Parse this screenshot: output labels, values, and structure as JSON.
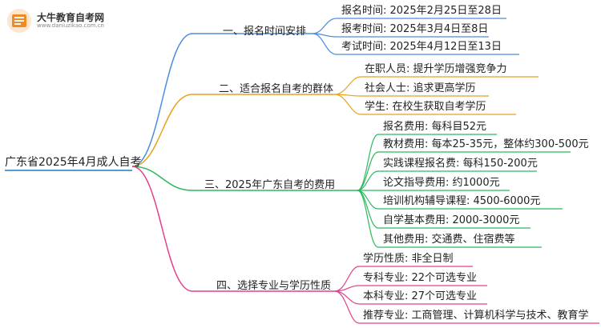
{
  "logo": {
    "title": "大牛教育自考网",
    "url": "www.daniuzikao.com.cn"
  },
  "root": "广东省2025年4月成人自考",
  "colors": {
    "branch1": "#4c8dde",
    "branch2": "#e8a21c",
    "branch3": "#2db85f",
    "branch4": "#e43f8c",
    "root": "#1a7cc9"
  },
  "branches": [
    {
      "label": "一、报名时间安排",
      "leaves": [
        "报名时间: 2025年2月25日至28日",
        "报考时间: 2025年3月4日至8日",
        "考试时间: 2025年4月12日至13日"
      ]
    },
    {
      "label": "二、适合报名自考的群体",
      "leaves": [
        "在职人员: 提升学历增强竞争力",
        "社会人士: 追求更高学历",
        "学生: 在校生获取自考学历"
      ]
    },
    {
      "label": "三、2025年广东自考的费用",
      "leaves": [
        "报名费用: 每科目52元",
        "教材费用: 每本25-35元，整体约300-500元",
        "实践课程报名费: 每科150-200元",
        "论文指导费用: 约1000元",
        "培训机构辅导课程: 4500-6000元",
        "自学基本费用: 2000-3000元",
        "其他费用: 交通费、住宿费等"
      ]
    },
    {
      "label": "四、选择专业与学历性质",
      "leaves": [
        "学历性质: 非全日制",
        "专科专业: 22个可选专业",
        "本科专业: 27个可选专业",
        "推荐专业: 工商管理、计算机科学与技术、教育学"
      ]
    }
  ]
}
